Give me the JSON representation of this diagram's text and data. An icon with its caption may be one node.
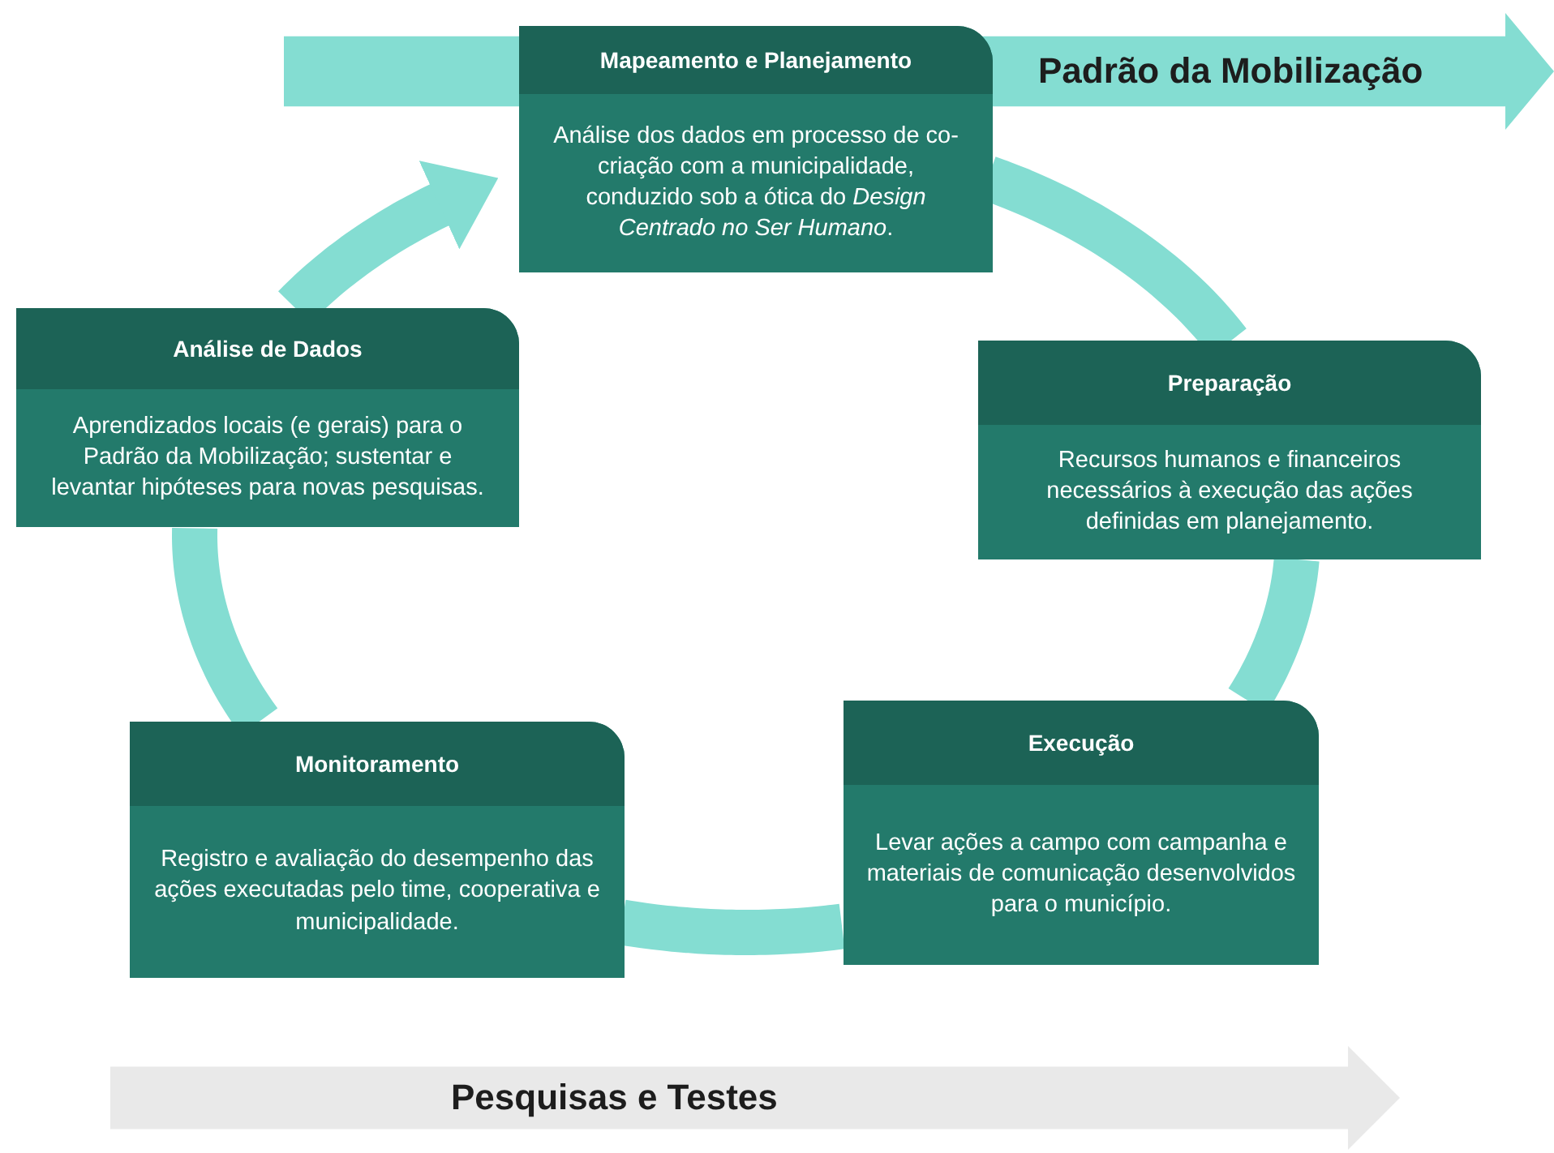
{
  "diagram": {
    "nodes": [
      {
        "text": [
          "Mapeamento e Planejamento",
          "Análise dos dados em processo de co-criação com a municipalidade, conduzido sob a ótica do *Design Centrado no Ser Humano*."
        ]
      },
      {
        "text": [
          "Preparação",
          "Recursos humanos e financeiros necessários à execução das ações definidas em planejamento."
        ]
      },
      {
        "text": [
          "Execução",
          "Levar ações a campo com campanha e materiais de comunicação desenvolvidos para o município."
        ]
      },
      {
        "text": [
          "Monitoramento",
          "Registro e avaliação do desempenho das ações executadas pelo time, cooperativa e municipalidade."
        ]
      },
      {
        "text": [
          "Análise de Dados",
          "Aprendizados locais (e gerais) para o Padrão da Mobilização; sustentar e levantar hipóteses para novas pesquisas."
        ]
      },
      {
        "text": [
          "Padrão da Mobilização"
        ]
      },
      {
        "text": [
          "Pesquisas e Testes"
        ]
      }
    ],
    "edges": [
      {
        "from": 0,
        "to": 1,
        "arrow": "none"
      },
      {
        "from": 1,
        "to": 2,
        "arrow": "none"
      },
      {
        "from": 2,
        "to": 3,
        "arrow": "none"
      },
      {
        "from": 3,
        "to": 4,
        "arrow": "none"
      },
      {
        "from": 4,
        "to": 0,
        "arrow": "to"
      }
    ]
  }
}
